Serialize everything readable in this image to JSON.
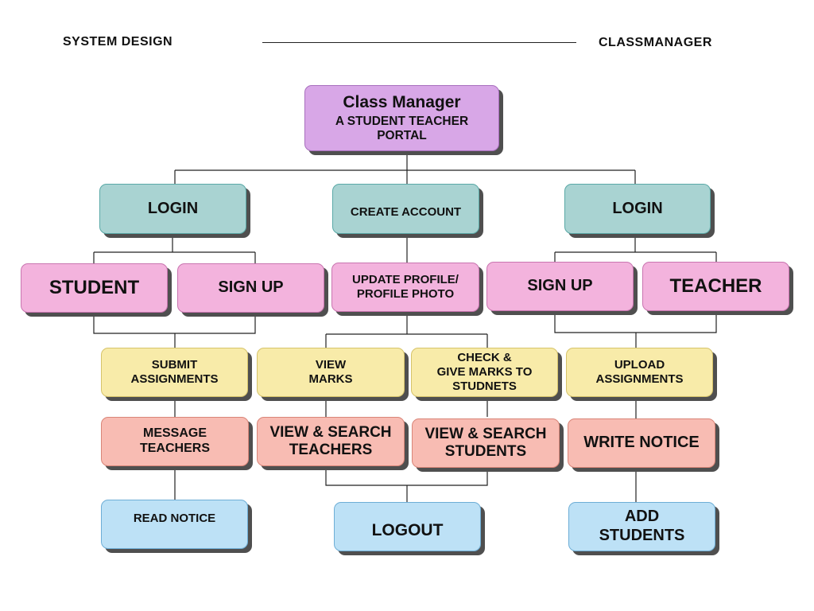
{
  "header": {
    "left_title": "SYSTEM DESIGN",
    "right_title": "CLASSMANAGER"
  },
  "root": {
    "title": "Class Manager",
    "subtitle": "A STUDENT TEACHER\nPORTAL"
  },
  "nodes": {
    "login_left": "LOGIN",
    "create_account": "CREATE ACCOUNT",
    "login_right": "LOGIN",
    "student": "STUDENT",
    "sign_up_left": "SIGN UP",
    "update_profile": "UPDATE PROFILE/\nPROFILE PHOTO",
    "sign_up_right": "SIGN UP",
    "teacher": "TEACHER",
    "submit_assignments": "SUBMIT\nASSIGNMENTS",
    "view_marks": "VIEW\nMARKS",
    "check_give_marks": "CHECK &\nGIVE MARKS TO\nSTUDNETS",
    "upload_assignments": "UPLOAD\nASSIGNMENTS",
    "message_teachers": "MESSAGE\nTEACHERS",
    "view_search_teachers": "VIEW & SEARCH\nTEACHERS",
    "view_search_students": "VIEW & SEARCH\nSTUDENTS",
    "write_notice": "WRITE NOTICE",
    "read_notice": "READ NOTICE",
    "logout": "LOGOUT",
    "add_students": "ADD\nSTUDENTS"
  },
  "colors": {
    "purple": "#d8a7e7",
    "teal": "#a9d3d2",
    "pink": "#f3b3dd",
    "yellow": "#f8eba9",
    "salmon": "#f8bcb3",
    "blue": "#bde1f6",
    "shadow": "#4f4f4f"
  }
}
